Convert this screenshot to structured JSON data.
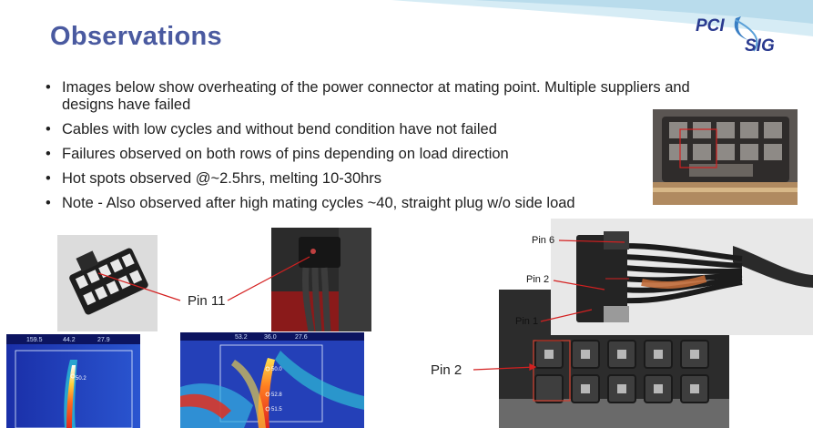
{
  "title": "Observations",
  "logo": {
    "line1": "PCI",
    "line2": "SIG"
  },
  "bullets": [
    "Images below show overheating of the power connector at mating point.  Multiple suppliers and designs have failed",
    "Cables with low cycles and without bend condition have not failed",
    "Failures observed on both rows of pins depending on load direction",
    "Hot spots observed @~2.5hrs, melting 10-30hrs",
    "Note - Also observed after high mating cycles ~40, straight plug w/o side load"
  ],
  "labels": {
    "pin11": "Pin 11",
    "pin2_bottom": "Pin 2",
    "pin6": "Pin 6",
    "pin2_cable": "Pin 2",
    "pin1": "Pin 1"
  },
  "thermal_left": {
    "t1": "159.5",
    "t2": "44.2",
    "t3": "27.9",
    "spot": "50.2"
  },
  "thermal_right": {
    "t1": "53.2",
    "t2": "36.0",
    "t3": "27.6",
    "s1": "50.0",
    "s2": "52.8",
    "s3": "51.5"
  },
  "colors": {
    "title": "#4a5aa0",
    "swoosh": "#cfe8f3",
    "annotation": "#d42020"
  }
}
